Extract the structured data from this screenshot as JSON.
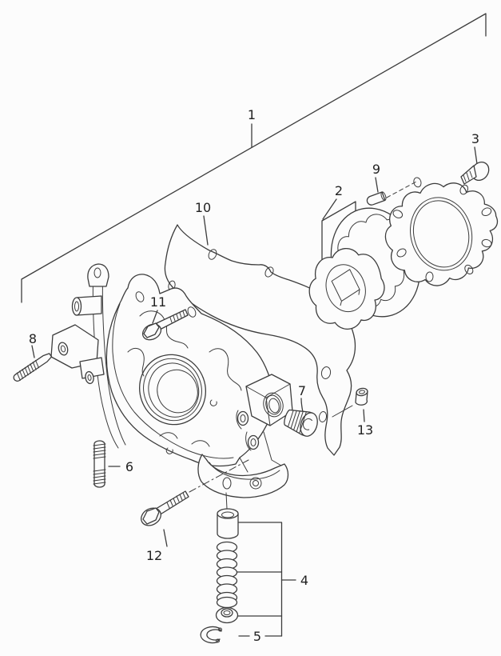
{
  "diagram": {
    "type": "exploded-parts-diagram",
    "callouts": [
      {
        "number": "1"
      },
      {
        "number": "2"
      },
      {
        "number": "3"
      },
      {
        "number": "4"
      },
      {
        "number": "5"
      },
      {
        "number": "6"
      },
      {
        "number": "7"
      },
      {
        "number": "8"
      },
      {
        "number": "9"
      },
      {
        "number": "10"
      },
      {
        "number": "11"
      },
      {
        "number": "12"
      },
      {
        "number": "13"
      }
    ]
  },
  "colors": {
    "background": "#fcfcfc",
    "line_color": "#3c3c3c",
    "label_color": "#222222"
  }
}
